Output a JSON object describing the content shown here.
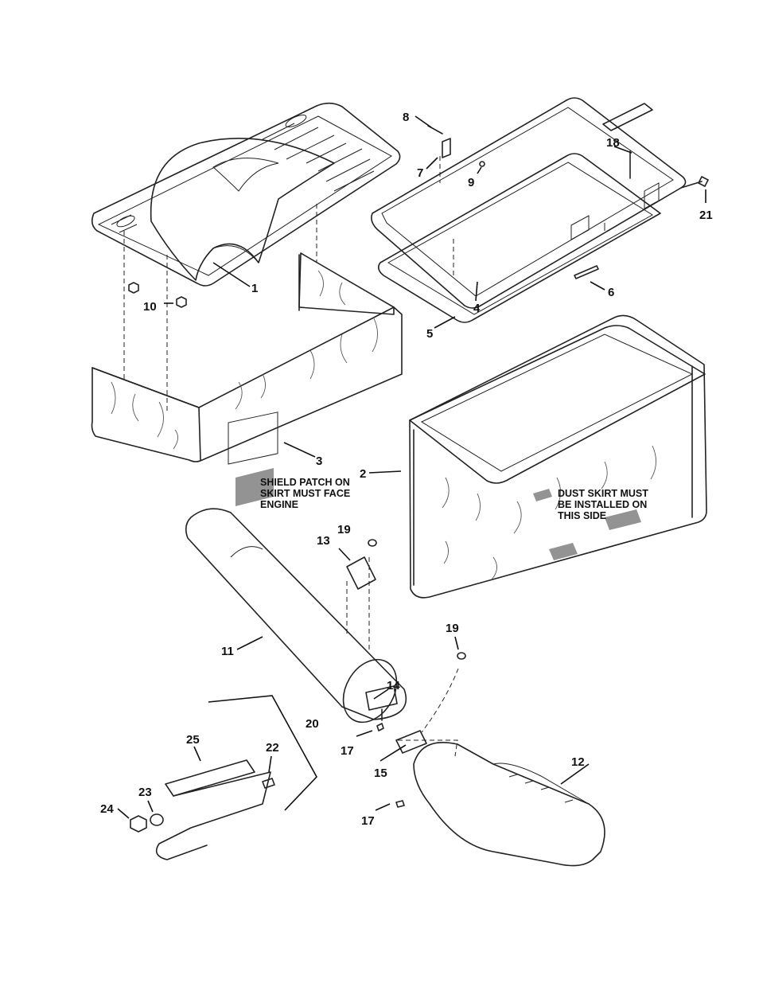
{
  "callouts": {
    "c1": "1",
    "c2": "2",
    "c3": "3",
    "c4": "4",
    "c5": "5",
    "c6": "6",
    "c7": "7",
    "c8": "8",
    "c9": "9",
    "c10": "10",
    "c11": "11",
    "c12": "12",
    "c13": "13",
    "c14": "14",
    "c15": "15",
    "c17a": "17",
    "c17b": "17",
    "c18": "18",
    "c19a": "19",
    "c19b": "19",
    "c20": "20",
    "c21": "21",
    "c22": "22",
    "c23": "23",
    "c24": "24",
    "c25": "25"
  },
  "notes": {
    "shield": [
      "SHIELD PATCH ON",
      "SKIRT MUST FACE",
      "ENGINE"
    ],
    "dust": [
      "DUST SKIRT MUST",
      "BE INSTALLED ON",
      "THIS SIDE"
    ]
  }
}
